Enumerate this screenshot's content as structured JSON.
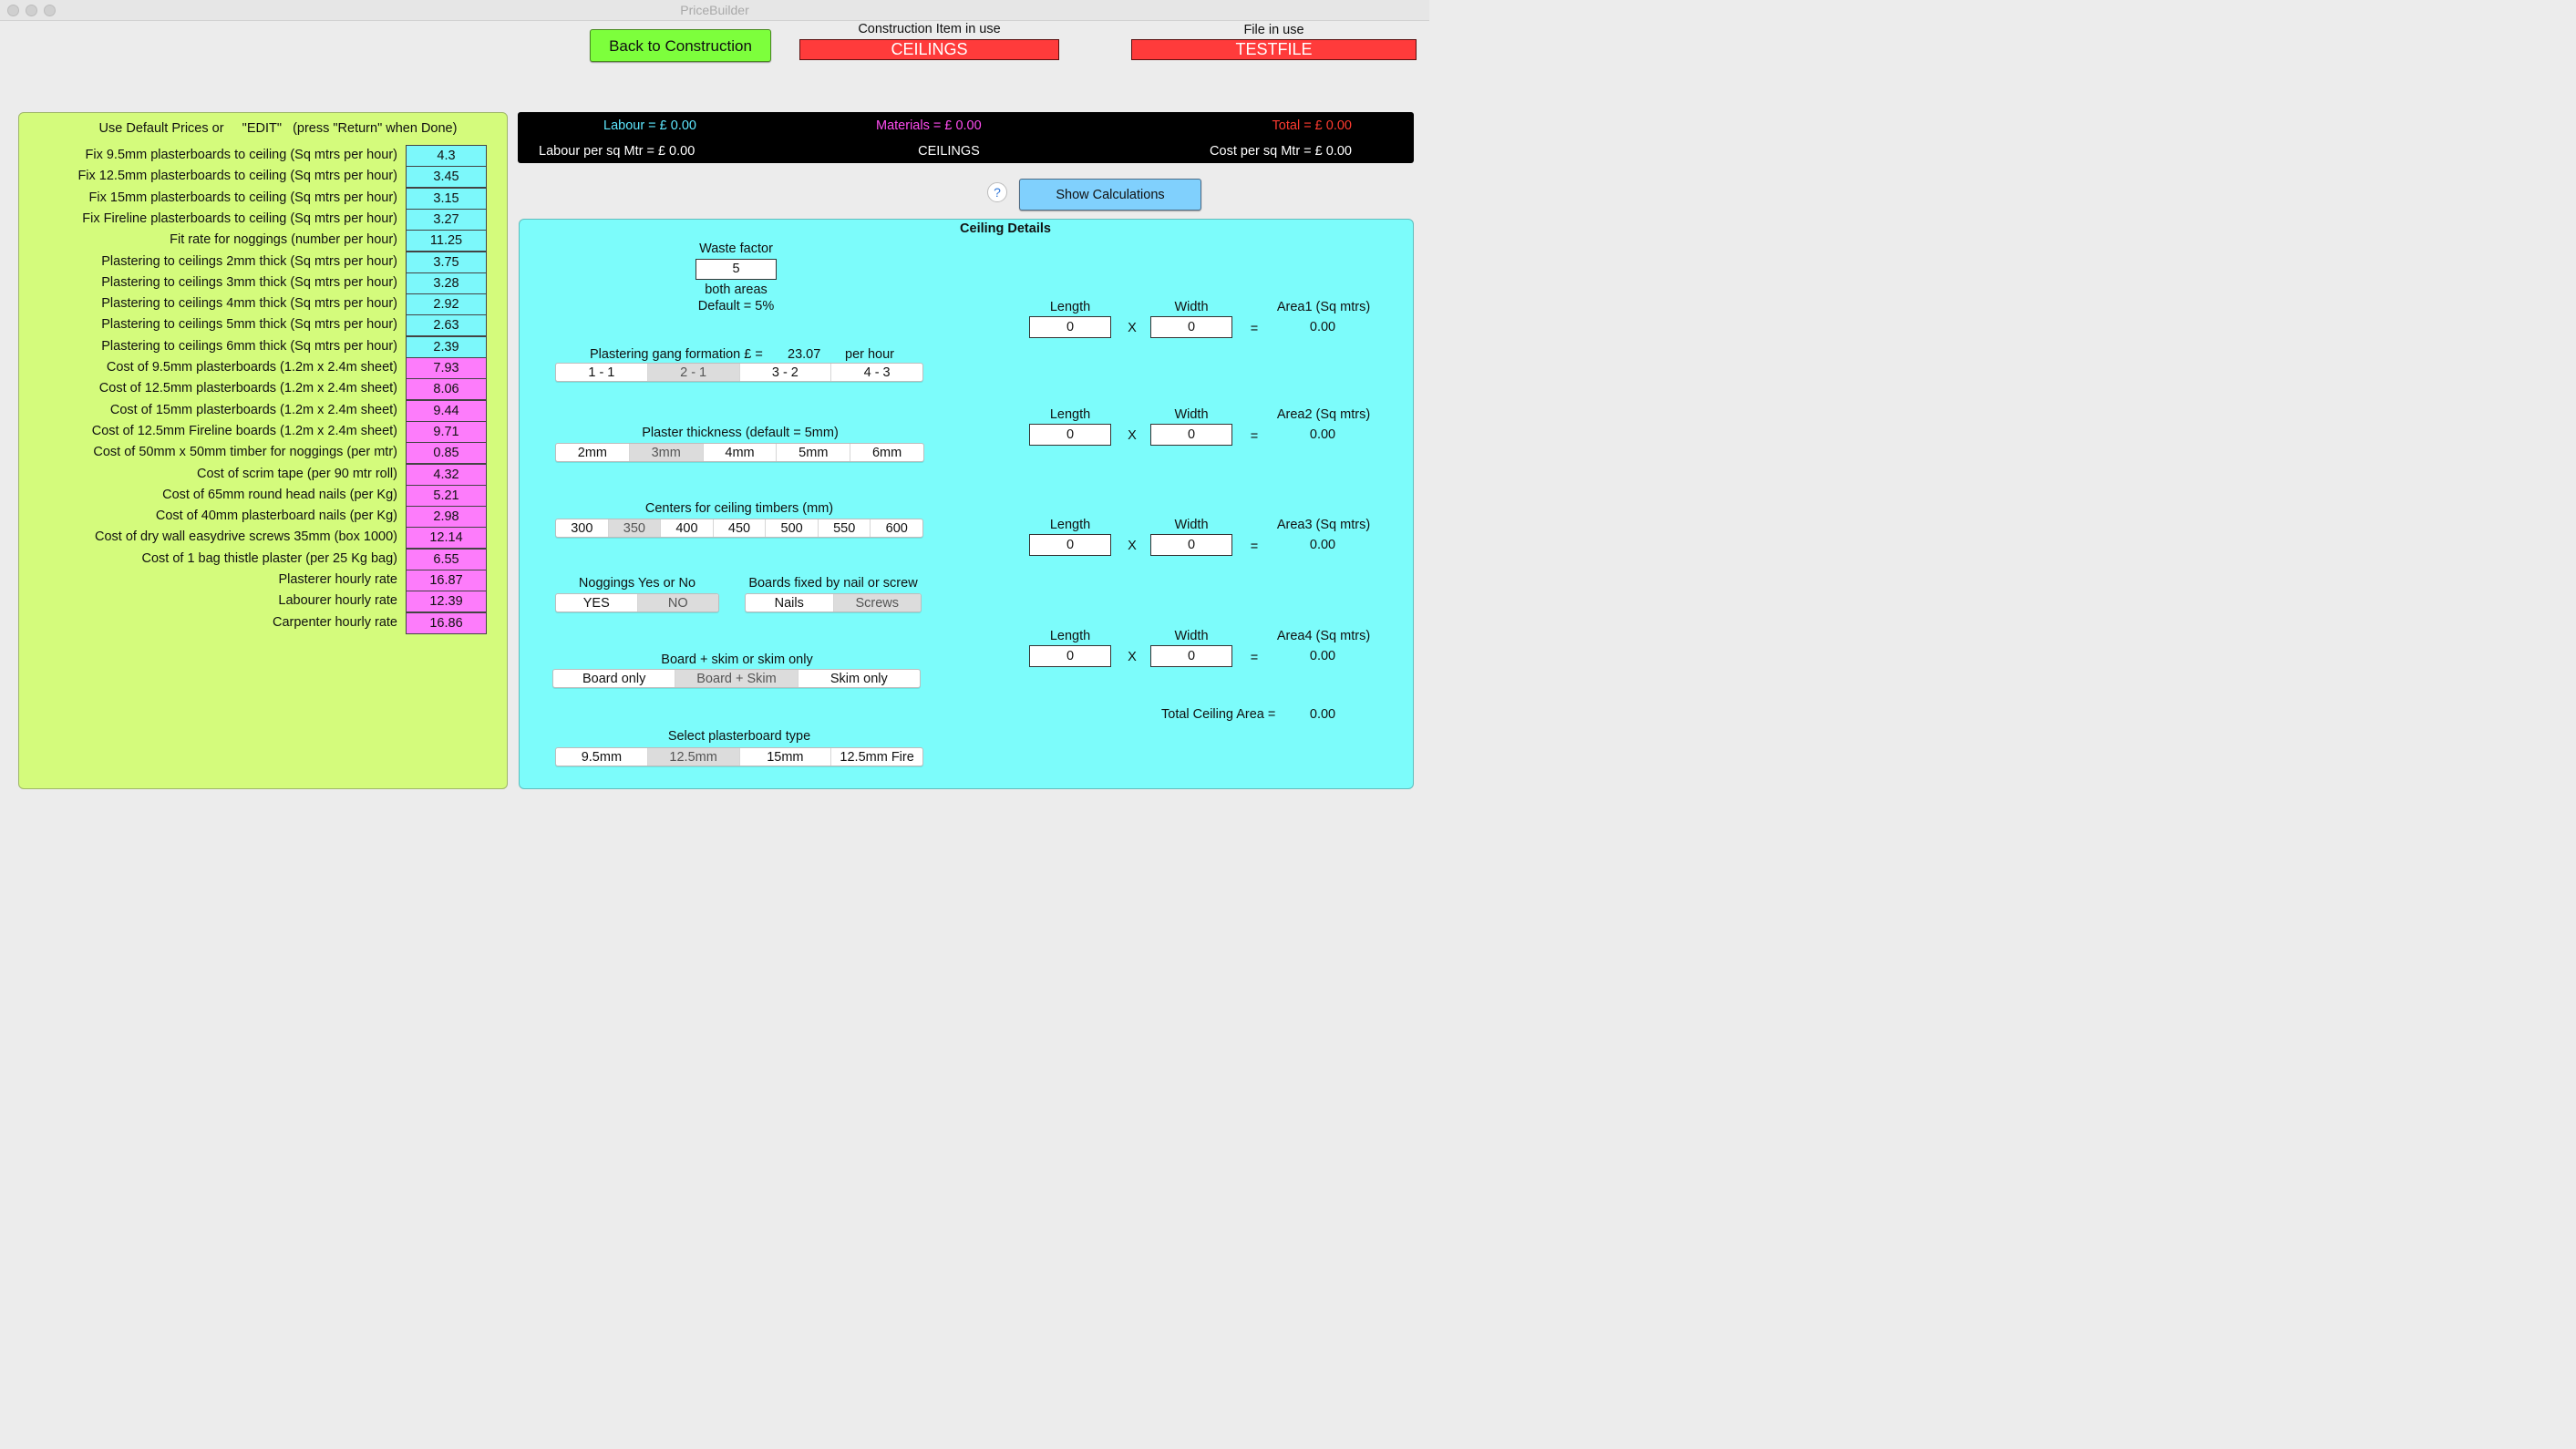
{
  "window": {
    "title": "PriceBuilder"
  },
  "header": {
    "back_button": "Back to Construction",
    "construction_caption": "Construction Item in use",
    "construction_value": "CEILINGS",
    "file_caption": "File in use",
    "file_value": "TESTFILE"
  },
  "defaults": {
    "heading": "Use Default Prices or     \"EDIT\"   (press \"Return\" when Done)",
    "rows": [
      {
        "label": "Fix 9.5mm plasterboards to ceiling (Sq mtrs per hour)",
        "value": "4.3",
        "color": "#7cf8fb"
      },
      {
        "label": "Fix 12.5mm plasterboards to ceiling (Sq mtrs per hour)",
        "value": "3.45",
        "color": "#7cf8fb"
      },
      {
        "label": "Fix 15mm plasterboards to ceiling (Sq mtrs per hour)",
        "value": "3.15",
        "color": "#7cf8fb"
      },
      {
        "label": "Fix Fireline plasterboards to ceiling (Sq mtrs per hour)",
        "value": "3.27",
        "color": "#7cf8fb"
      },
      {
        "label": "Fit rate for noggings (number per hour)",
        "value": "11.25",
        "color": "#7cf8fb"
      },
      {
        "label": "Plastering to ceilings 2mm thick (Sq mtrs per hour)",
        "value": "3.75",
        "color": "#7cf8fb"
      },
      {
        "label": "Plastering to ceilings 3mm thick (Sq mtrs per hour)",
        "value": "3.28",
        "color": "#7cf8fb"
      },
      {
        "label": "Plastering to ceilings 4mm thick (Sq mtrs per hour)",
        "value": "2.92",
        "color": "#7cf8fb"
      },
      {
        "label": "Plastering to ceilings 5mm thick (Sq mtrs per hour)",
        "value": "2.63",
        "color": "#7cf8fb"
      },
      {
        "label": "Plastering to ceilings 6mm thick (Sq mtrs per hour)",
        "value": "2.39",
        "color": "#7cf8fb"
      },
      {
        "label": "Cost of 9.5mm plasterboards (1.2m x 2.4m sheet)",
        "value": "7.93",
        "color": "#fd7cfb"
      },
      {
        "label": "Cost of 12.5mm plasterboards (1.2m x 2.4m sheet)",
        "value": "8.06",
        "color": "#fd7cfb"
      },
      {
        "label": "Cost of 15mm plasterboards (1.2m x 2.4m sheet)",
        "value": "9.44",
        "color": "#fd7cfb"
      },
      {
        "label": "Cost of 12.5mm Fireline boards (1.2m x 2.4m sheet)",
        "value": "9.71",
        "color": "#fd7cfb"
      },
      {
        "label": "Cost of 50mm x 50mm timber for noggings (per mtr)",
        "value": "0.85",
        "color": "#fd7cfb"
      },
      {
        "label": "Cost of scrim tape (per 90 mtr roll)",
        "value": "4.32",
        "color": "#fd7cfb"
      },
      {
        "label": "Cost of 65mm round head nails (per Kg)",
        "value": "5.21",
        "color": "#fd7cfb"
      },
      {
        "label": "Cost of 40mm plasterboard nails (per Kg)",
        "value": "2.98",
        "color": "#fd7cfb"
      },
      {
        "label": "Cost of dry wall easydrive screws 35mm (box 1000)",
        "value": "12.14",
        "color": "#fd7cfb"
      },
      {
        "label": "Cost of 1 bag thistle plaster (per 25 Kg bag)",
        "value": "6.55",
        "color": "#fd7cfb"
      },
      {
        "label": "Plasterer hourly rate",
        "value": "16.87",
        "color": "#fd7cfb"
      },
      {
        "label": "Labourer hourly rate",
        "value": "12.39",
        "color": "#fd7cfb"
      },
      {
        "label": "Carpenter hourly rate",
        "value": "16.86",
        "color": "#fd7cfb"
      }
    ]
  },
  "summary": {
    "labour": "Labour = £  0.00",
    "materials": "Materials = £ 0.00",
    "total": "Total = £  0.00",
    "labour_per_sqm": "Labour per sq Mtr = £  0.00",
    "item": "CEILINGS",
    "cost_per_sqm": "Cost per sq Mtr = £  0.00",
    "labour_color": "#5ee8ff",
    "materials_color": "#ff4cf0",
    "total_color": "#ff3b30"
  },
  "actions": {
    "help": "?",
    "show_calculations": "Show Calculations"
  },
  "details": {
    "title": "Ceiling Details",
    "waste_label": "Waste factor",
    "waste_value": "5",
    "waste_note1": "both areas",
    "waste_note2": "Default = 5%",
    "gang_label": "Plastering gang formation £ =",
    "gang_rate": "23.07",
    "gang_unit": "per hour",
    "gang_options": [
      "1 - 1",
      "2 - 1",
      "3 - 2",
      "4 - 3"
    ],
    "gang_selected": 1,
    "thickness_label": "Plaster thickness (default = 5mm)",
    "thickness_options": [
      "2mm",
      "3mm",
      "4mm",
      "5mm",
      "6mm"
    ],
    "thickness_selected": 1,
    "centers_label": "Centers for ceiling timbers (mm)",
    "centers_options": [
      "300",
      "350",
      "400",
      "450",
      "500",
      "550",
      "600"
    ],
    "centers_selected": 1,
    "noggings_label": "Noggings Yes or No",
    "noggings_options": [
      "YES",
      "NO"
    ],
    "noggings_selected": 1,
    "fixing_label": "Boards fixed by nail or screw",
    "fixing_options": [
      "Nails",
      "Screws"
    ],
    "fixing_selected": 1,
    "skim_label": "Board + skim or skim only",
    "skim_options": [
      "Board only",
      "Board + Skim",
      "Skim only"
    ],
    "skim_selected": 1,
    "board_label": "Select plasterboard type",
    "board_options": [
      "9.5mm",
      "12.5mm",
      "15mm",
      "12.5mm Fire"
    ],
    "board_selected": 1
  },
  "areas": {
    "length_label": "Length",
    "width_label": "Width",
    "times": "X",
    "equals": "=",
    "items": [
      {
        "title": "Area1 (Sq mtrs)",
        "length": "0",
        "width": "0",
        "area": "0.00"
      },
      {
        "title": "Area2 (Sq mtrs)",
        "length": "0",
        "width": "0",
        "area": "0.00"
      },
      {
        "title": "Area3 (Sq mtrs)",
        "length": "0",
        "width": "0",
        "area": "0.00"
      },
      {
        "title": "Area4 (Sq mtrs)",
        "length": "0",
        "width": "0",
        "area": "0.00"
      }
    ],
    "total_label": "Total Ceiling Area =",
    "total_value": "0.00"
  }
}
